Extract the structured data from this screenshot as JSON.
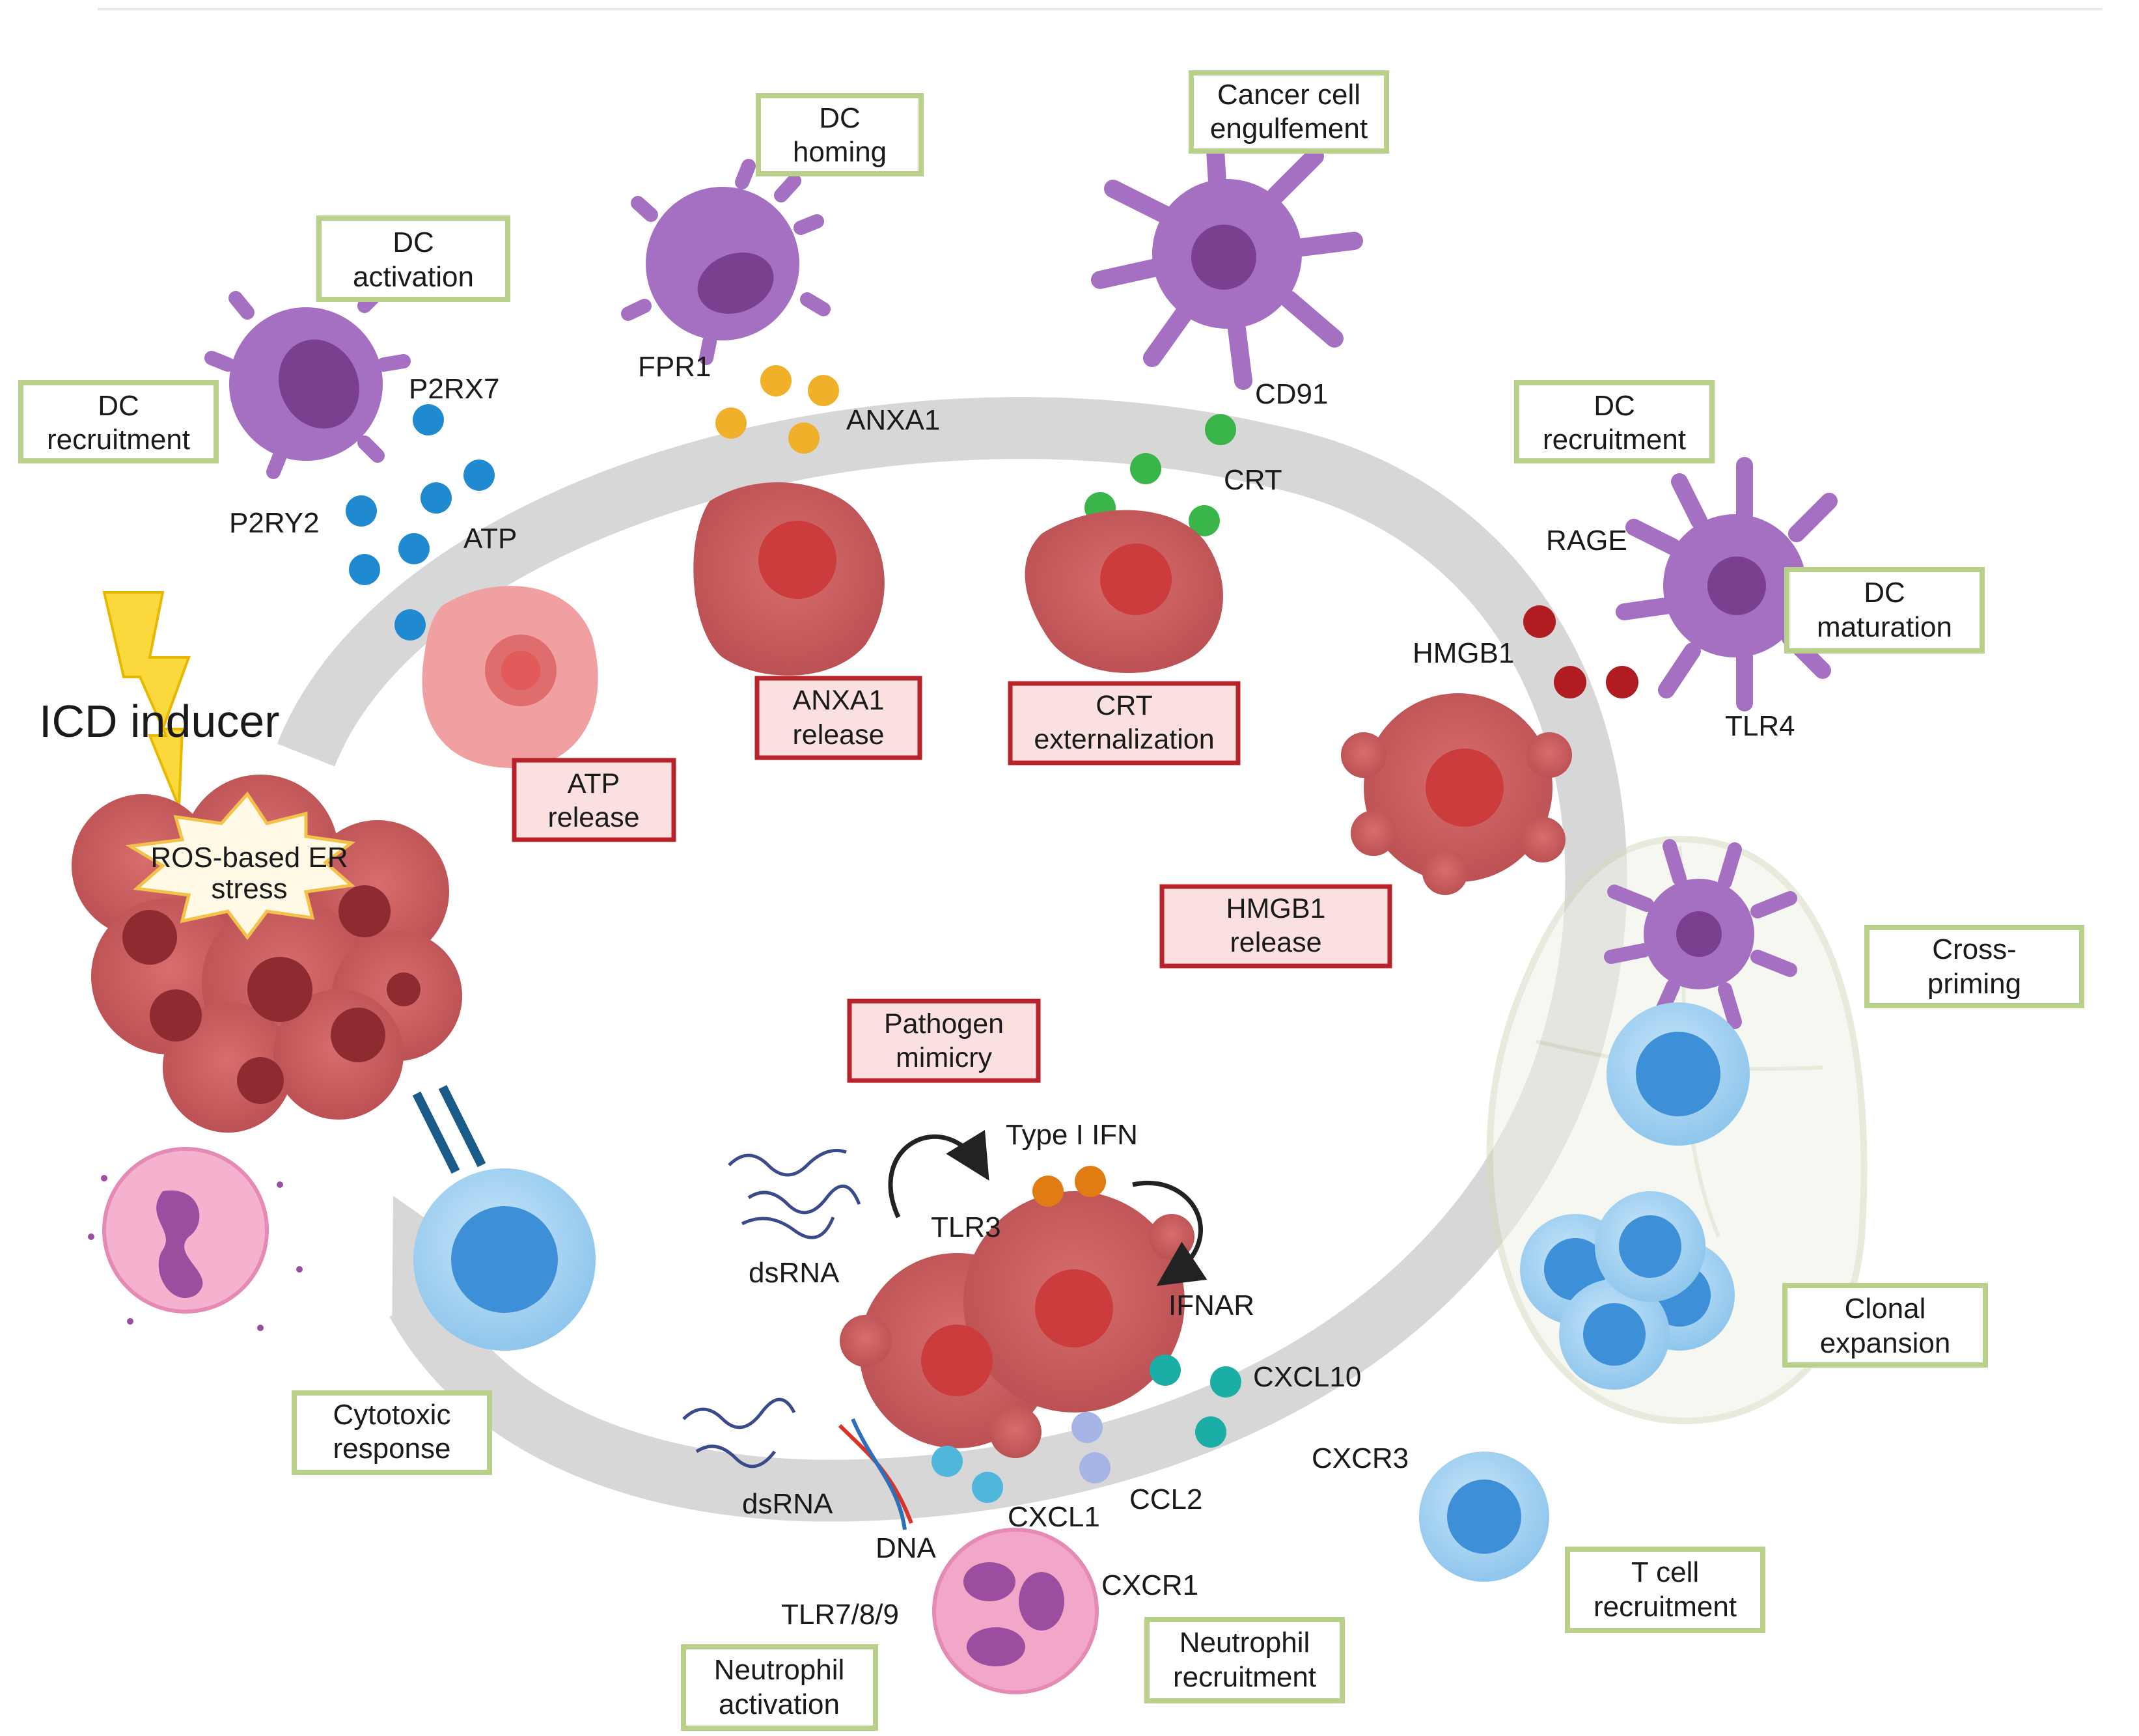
{
  "title": "ICD inducer",
  "stress_label": "ROS-based ER stress",
  "outcome_boxes": {
    "dc_recruitment_left": "DC recruitment",
    "dc_activation": "DC activation",
    "dc_homing": "DC homing",
    "cancer_cell_engulfment": "Cancer cell engulfement",
    "dc_recruitment_right": "DC recruitment",
    "dc_maturation": "DC maturation",
    "cross_priming": "Cross-priming",
    "clonal_expansion": "Clonal expansion",
    "t_cell_recruitment": "T cell recruitment",
    "neutrophil_recruitment": "Neutrophil recruitment",
    "neutrophil_activation": "Neutrophil activation",
    "cytotoxic_response": "Cytotoxic response"
  },
  "damp_boxes": {
    "atp_release": "ATP release",
    "anxa1_release": "ANXA1 release",
    "crt_externalization": "CRT externalization",
    "hmgb1_release": "HMGB1 release",
    "pathogen_mimicry": "Pathogen mimicry"
  },
  "molecules": {
    "atp": "ATP",
    "anxa1": "ANXA1",
    "crt": "CRT",
    "hmgb1": "HMGB1",
    "type1_ifn": "Type I IFN",
    "cxcl10": "CXCL10",
    "cxcl1": "CXCL1",
    "ccl2": "CCL2",
    "dsrna_top": "dsRNA",
    "dsrna_bottom": "dsRNA",
    "dna": "DNA"
  },
  "receptors": {
    "p2rx7": "P2RX7",
    "p2ry2": "P2RY2",
    "fpr1": "FPR1",
    "cd91": "CD91",
    "rage": "RAGE",
    "tlr4": "TLR4",
    "tlr3": "TLR3",
    "ifnar": "IFNAR",
    "cxcr3": "CXCR3",
    "cxcr1": "CXCR1",
    "tlr789": "TLR7/8/9"
  },
  "colors": {
    "dc_purple": "#a670c2",
    "dc_nucleus": "#7a3f8e",
    "tumor_red": "#c45a5a",
    "atp_blue": "#1f8ad0",
    "anxa1_yellow": "#f0b02a",
    "crt_green": "#3ab54a",
    "hmgb1_red": "#b01c20",
    "ifn_orange": "#e07c12",
    "cxcl10_teal": "#1aaea6",
    "tcell_blue": "#9fd0f0",
    "neutrophil_pink": "#f2a6c8",
    "outcome_border": "#b9d08a",
    "damp_border": "#b8232b"
  }
}
